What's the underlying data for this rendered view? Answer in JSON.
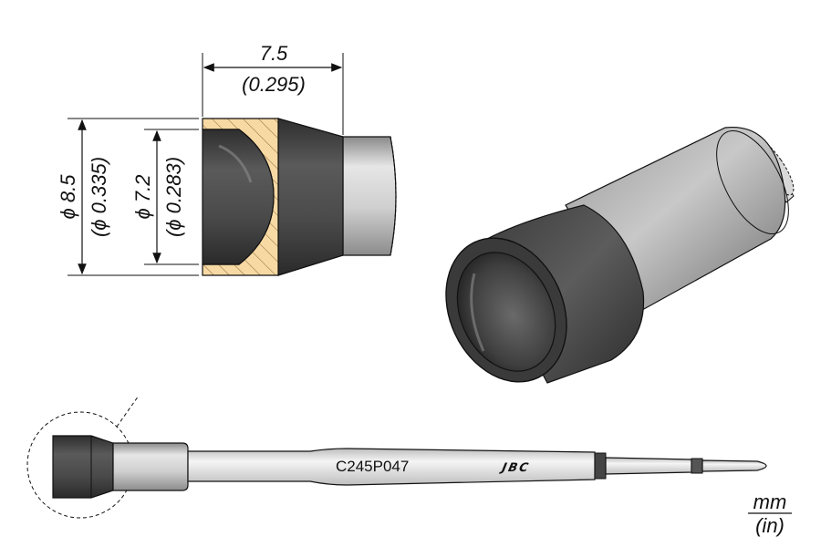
{
  "dimensions": {
    "length_mm": "7.5",
    "length_in": "(0.295)",
    "outer_diameter_mm": "ϕ 8.5",
    "outer_diameter_in": "(ϕ 0.335)",
    "inner_diameter_mm": "ϕ 7.2",
    "inner_diameter_in": "(ϕ 0.283)"
  },
  "product": {
    "model": "C245P047",
    "brand": "JBC"
  },
  "units": {
    "primary": "mm",
    "secondary": "(in)"
  },
  "colors": {
    "section_fill": "#f7d9a4",
    "tip_dark": "#4a4a4a",
    "shaft": "#cfcfcf",
    "line": "#111111"
  }
}
